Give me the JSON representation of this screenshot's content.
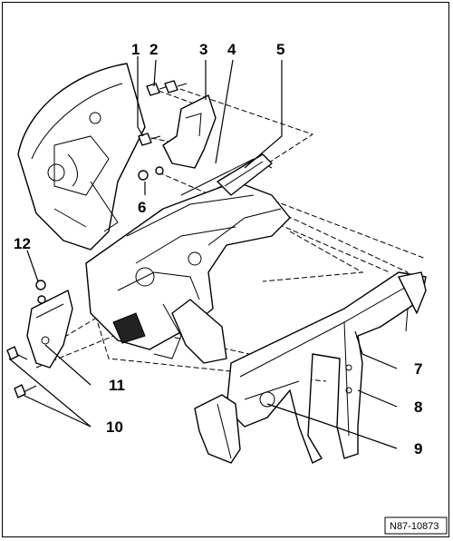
{
  "figure": {
    "reference_id": "N87-10873",
    "colors": {
      "line": "#000000",
      "background": "#ffffff"
    }
  },
  "callouts": [
    {
      "label": "1"
    },
    {
      "label": "2"
    },
    {
      "label": "3"
    },
    {
      "label": "4"
    },
    {
      "label": "5"
    },
    {
      "label": "6"
    },
    {
      "label": "7"
    },
    {
      "label": "8"
    },
    {
      "label": "9"
    },
    {
      "label": "10"
    },
    {
      "label": "11"
    },
    {
      "label": "12"
    }
  ]
}
